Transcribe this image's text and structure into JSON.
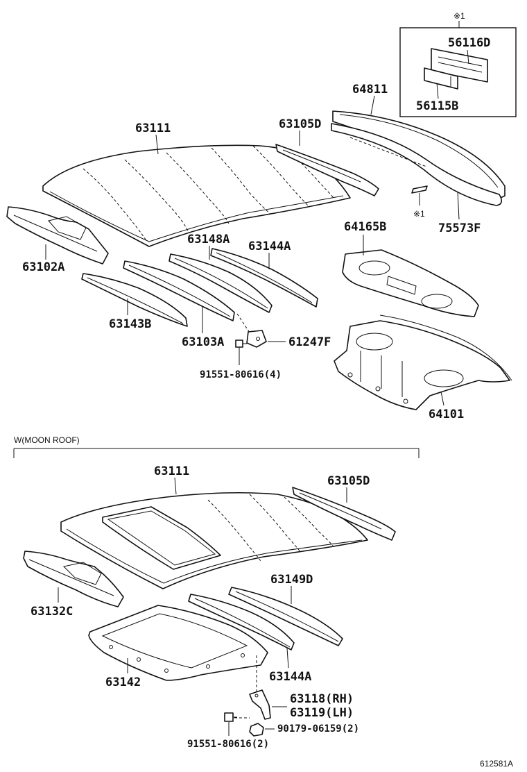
{
  "parts": {
    "note_mark_top": "※1",
    "p56116D": "56116D",
    "p56115B": "56115B",
    "p64811": "64811",
    "p63105D_a": "63105D",
    "p63111_a": "63111",
    "note_mark_mid": "※1",
    "p75573F": "75573F",
    "p64165B": "64165B",
    "p63148A": "63148A",
    "p63144A_a": "63144A",
    "p63102A": "63102A",
    "p63143B": "63143B",
    "p63103A": "63103A",
    "p61247F": "61247F",
    "p91551_a": "91551-80616(4)",
    "p64101": "64101",
    "section_moon_roof": "W(MOON ROOF)",
    "p63111_b": "63111",
    "p63105D_b": "63105D",
    "p63149D": "63149D",
    "p63132C": "63132C",
    "p63142": "63142",
    "p63144A_b": "63144A",
    "p63118": "63118(RH)",
    "p63119": "63119(LH)",
    "p90179": "90179-06159(2)",
    "p91551_b": "91551-80616(2)",
    "figure_code": "612581A"
  }
}
